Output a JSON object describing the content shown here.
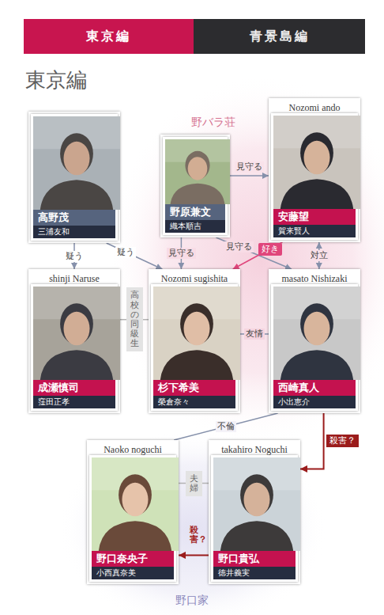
{
  "diagram": {
    "title": "東京編",
    "nodes": [
      {
        "text": [
          "東京編"
        ]
      },
      {
        "text": [
          "青景島編"
        ]
      },
      {
        "text": [
          "高野茂",
          "三浦友和"
        ]
      },
      {
        "text": [
          "野バラ荘"
        ]
      },
      {
        "text": [
          "野原兼文",
          "織本順吉"
        ],
        "in": 3
      },
      {
        "text": [
          "Nozomi ando",
          "安藤望",
          "賀来賢人"
        ],
        "in": 3
      },
      {
        "text": [
          "shinji Naruse",
          "成瀬慎司",
          "窪田正孝"
        ]
      },
      {
        "text": [
          "Nozomi sugishita",
          "杉下希美",
          "榮倉奈々"
        ],
        "in": 3
      },
      {
        "text": [
          "masato Nishizaki",
          "西崎真人",
          "小出恵介"
        ],
        "in": 3
      },
      {
        "text": [
          "野口家"
        ]
      },
      {
        "text": [
          "Naoko noguchi",
          "野口奈央子",
          "小西真奈美"
        ],
        "in": 9
      },
      {
        "text": [
          "takahiro Noguchi",
          "野口貴弘",
          "徳井義実"
        ],
        "in": 9
      }
    ],
    "edges": [
      {
        "from": 2,
        "to": 6,
        "label": "疑う",
        "arrow": "to"
      },
      {
        "from": 2,
        "to": 7,
        "label": "疑う",
        "arrow": "to"
      },
      {
        "from": 4,
        "to": 5,
        "label": "見守る",
        "arrow": "to"
      },
      {
        "from": 4,
        "to": 7,
        "label": "見守る",
        "arrow": "to"
      },
      {
        "from": 4,
        "to": 8,
        "label": "見守る",
        "arrow": "to"
      },
      {
        "from": 5,
        "to": 7,
        "label": "好き",
        "arrow": "to"
      },
      {
        "from": 5,
        "to": 8,
        "label": "対立",
        "arrow": "both"
      },
      {
        "from": 6,
        "to": 7,
        "label": "高校の同級生",
        "arrow": "none"
      },
      {
        "from": 8,
        "to": 7,
        "label": "友情",
        "arrow": "none"
      },
      {
        "from": 8,
        "to": 10,
        "label": "不倫",
        "arrow": "none"
      },
      {
        "from": 8,
        "to": 11,
        "label": "殺害？",
        "arrow": "to"
      },
      {
        "from": 10,
        "to": 11,
        "label": "夫婦",
        "arrow": "none"
      },
      {
        "from": 11,
        "to": 10,
        "label": "殺害？",
        "arrow": "to"
      }
    ]
  }
}
